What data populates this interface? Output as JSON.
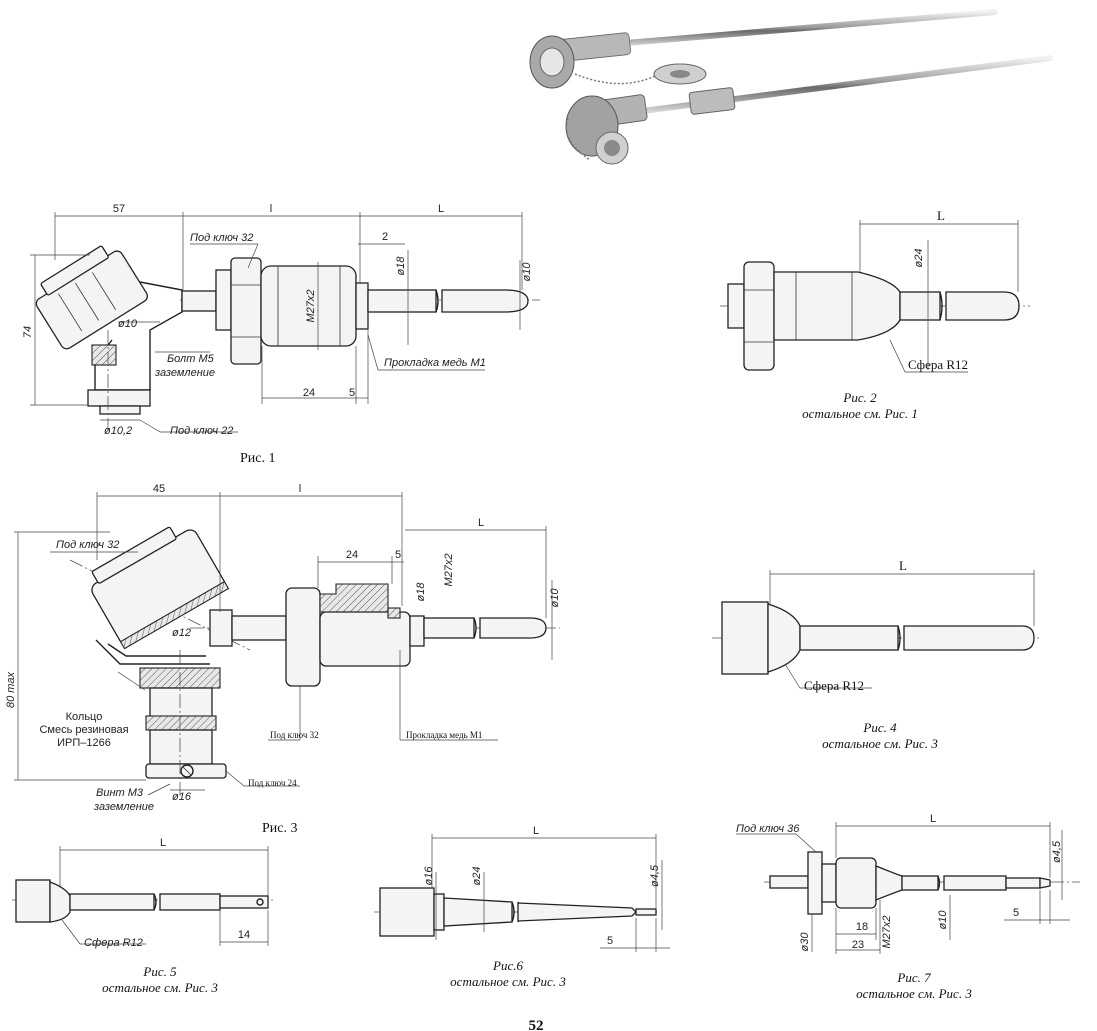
{
  "page": {
    "top_text": "",
    "page_number": "52"
  },
  "fig1": {
    "caption": "Рис. 1",
    "dim_57": "57",
    "dim_l": "l",
    "dim_L": "L",
    "dim_2": "2",
    "dim_74": "74",
    "dim_d18": "ø18",
    "dim_d10": "ø10",
    "dim_m27": "M27x2",
    "dim_d10h": "ø10",
    "dim_24": "24",
    "dim_5": "5",
    "dim_d102": "ø10,2",
    "key32": "Под ключ 32",
    "bolt": "Болт М5",
    "ground": "заземление",
    "gasket": "Прокладка медь М1",
    "key22": "Под ключ 22"
  },
  "fig2": {
    "caption": "Рис. 2",
    "sub": "остальное см. Рис. 1",
    "dim_L": "L",
    "dim_d24": "ø24",
    "sphere": "Сфера R12"
  },
  "fig3": {
    "caption": "Рис. 3",
    "dim_45": "45",
    "dim_l": "l",
    "dim_L": "L",
    "dim_24": "24",
    "dim_5": "5",
    "dim_m27": "M27x2",
    "dim_d18": "ø18",
    "dim_d10": "ø10",
    "dim_80": "80 max",
    "dim_d12": "ø12",
    "dim_d16": "ø16",
    "key32a": "Под ключ 32",
    "key32b": "Под ключ 32",
    "gasket": "Прокладка медь М1",
    "ring1": "Кольцо",
    "ring2": "Смесь резиновая",
    "ring3": "ИРП–1266",
    "screw": "Винт М3",
    "ground": "заземление",
    "key24": "Под ключ 24"
  },
  "fig4": {
    "caption": "Рис. 4",
    "sub": "остальное см. Рис. 3",
    "dim_L": "L",
    "sphere": "Сфера R12"
  },
  "fig5": {
    "caption": "Рис. 5",
    "sub": "остальное см. Рис. 3",
    "dim_L": "L",
    "dim_14": "14",
    "sphere": "Сфера R12"
  },
  "fig6": {
    "caption": "Рис.6",
    "sub": "остальное см. Рис. 3",
    "dim_L": "L",
    "dim_d16": "ø16",
    "dim_d24": "ø24",
    "dim_d45": "ø4,5",
    "dim_5": "5"
  },
  "fig7": {
    "caption": "Рис. 7",
    "sub": "остальное см. Рис. 3",
    "dim_L": "L",
    "key36": "Под ключ 36",
    "dim_d45": "ø4,5",
    "dim_18": "18",
    "dim_23": "23",
    "dim_d30": "ø30",
    "dim_m27": "M27x2",
    "dim_d10": "ø10",
    "dim_5": "5"
  }
}
